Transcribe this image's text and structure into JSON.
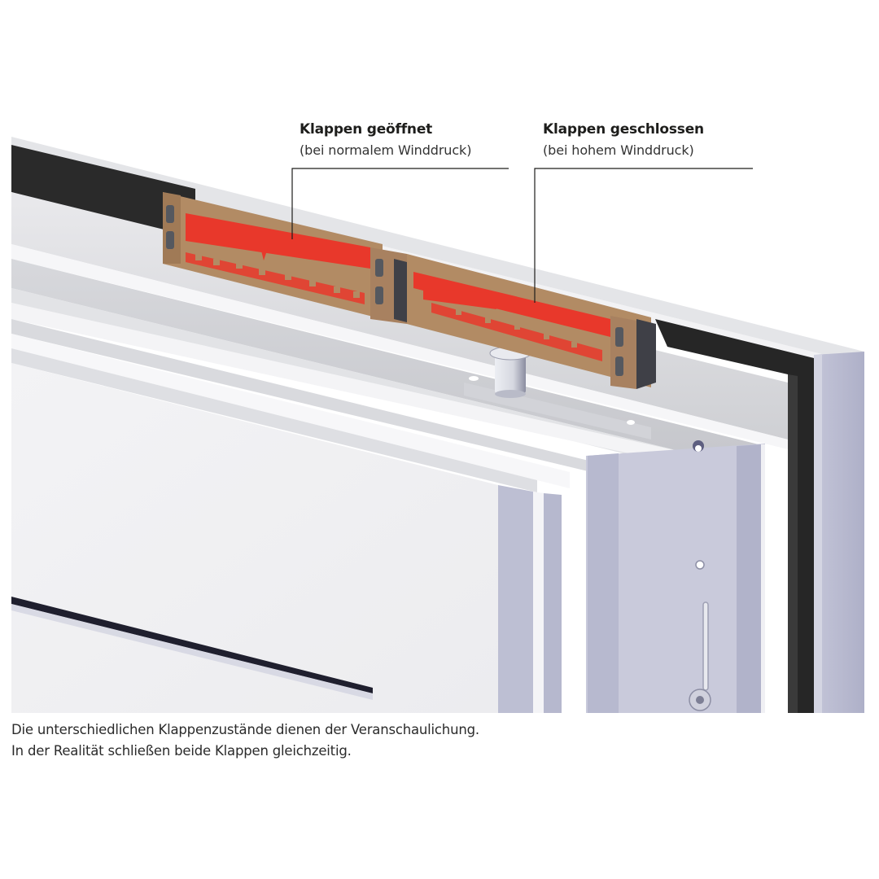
{
  "callouts": {
    "open": {
      "title": "Klappen geöffnet",
      "subtitle": "(bei normalem Winddruck)"
    },
    "closed": {
      "title": "Klappen geschlossen",
      "subtitle": "(bei hohem Winddruck)"
    }
  },
  "caption": {
    "line1": "Die unterschiedlichen Klappenzustände dienen der Veranschaulichung.",
    "line2": "In der Realität schließen beide Klappen gleichzeitig."
  },
  "colors": {
    "flap_red": "#e8382b",
    "housing_tan": "#b08a63",
    "seal_black": "#262626",
    "frame_grey": "#dcdde2",
    "frame_lilac": "#b9bbd2",
    "background": "#ffffff"
  },
  "icons": {
    "flap_open": "ventilation-flap-open-icon",
    "flap_closed": "ventilation-flap-closed-icon",
    "locking_pin": "locking-pin-icon",
    "hinge_screw": "screw-icon"
  }
}
